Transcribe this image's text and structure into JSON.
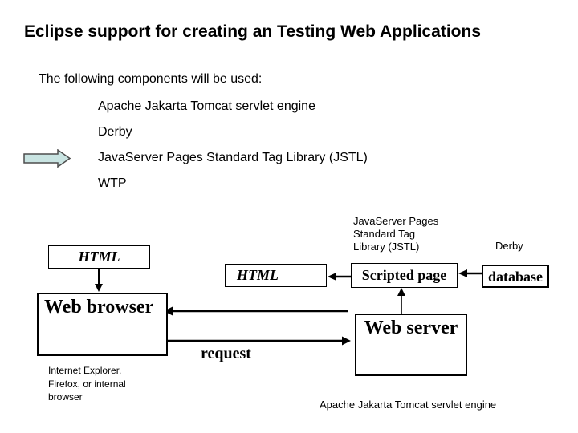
{
  "slide": {
    "title": "Eclipse support for creating an Testing Web Applications",
    "intro": "The following components will be used:",
    "components": [
      "Apache Jakarta Tomcat servlet engine",
      "Derby",
      "JavaServer Pages Standard Tag Library (JSTL)",
      "WTP"
    ]
  },
  "diagram": {
    "boxes": {
      "html_left": "HTML",
      "web_browser": "Web browser",
      "html_mid": "HTML",
      "scripted_page": "Scripted page",
      "database": "database",
      "web_server": "Web server"
    },
    "labels": {
      "jstl": "JavaServer Pages\nStandard Tag\nLibrary (JSTL)",
      "derby": "Derby",
      "request": "request",
      "browser_caption": "Internet Explorer,\nFirefox, or internal\nbrowser",
      "tomcat_caption": "Apache Jakarta Tomcat servlet engine"
    }
  },
  "icons": {
    "pointer_arrow": "right-block-arrow"
  },
  "colors": {
    "background": "#ffffff",
    "text": "#000000",
    "pointer_fill": "#c9e4e2",
    "pointer_stroke": "#4d4d4d",
    "connector": "#000000"
  }
}
